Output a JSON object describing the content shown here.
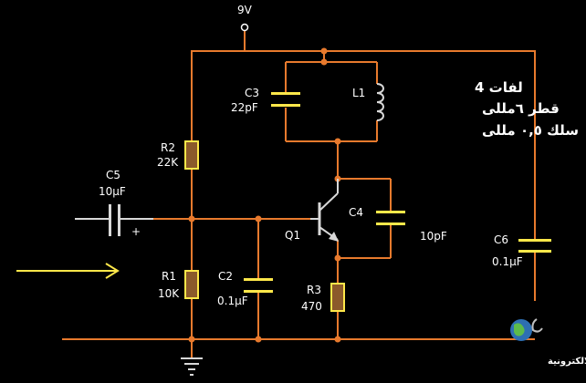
{
  "supply_label": "9V",
  "components": {
    "c3": {
      "name": "C3",
      "value": "22pF"
    },
    "l1": {
      "name": "L1"
    },
    "r2": {
      "name": "R2",
      "value": "22K"
    },
    "c5": {
      "name": "C5",
      "value": "10µF",
      "polarity": "+"
    },
    "q1": {
      "name": "Q1"
    },
    "c4": {
      "name": "C4",
      "value": "10pF"
    },
    "c6": {
      "name": "C6",
      "value": "0.1µF"
    },
    "r1": {
      "name": "R1",
      "value": "10K"
    },
    "c2": {
      "name": "C2",
      "value": "0.1µF"
    },
    "r3": {
      "name": "R3",
      "value": "470"
    }
  },
  "coil_note": {
    "line1": "لفات 4",
    "line2": "قطر ٦مللى",
    "line3": "سلك ٠,٥ مللى"
  },
  "watermark": "العربية الالكترونية",
  "colors": {
    "wire": "#E87A2D",
    "component": "#D8D8D8",
    "plate": "#FFE84A",
    "resistor": "#8B5A2B",
    "arrow": "#FFE84A",
    "background": "#000000"
  }
}
